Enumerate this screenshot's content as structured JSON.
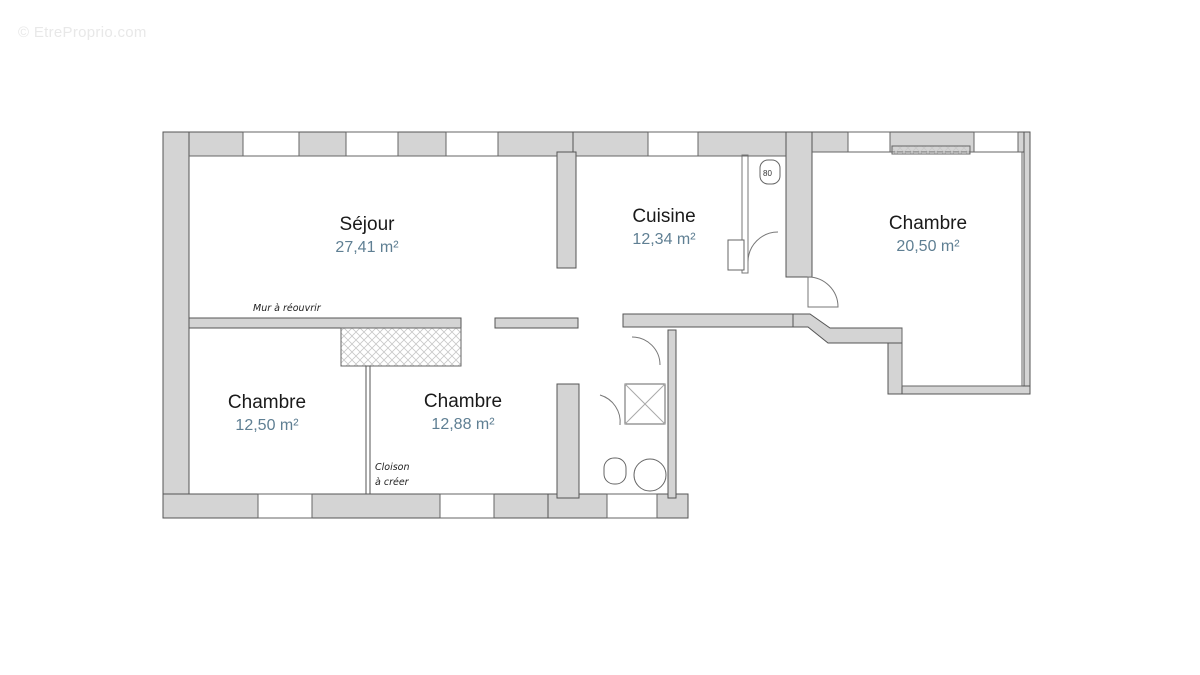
{
  "watermark": "© EtreProprio.com",
  "colors": {
    "wall_fill": "#d4d4d4",
    "wall_stroke": "#555555",
    "room_name": "#1a1a1a",
    "room_area": "#5f7f93",
    "background": "#ffffff"
  },
  "rooms": [
    {
      "name": "Séjour",
      "area": "27,41 m²"
    },
    {
      "name": "Cuisine",
      "area": "12,34 m²"
    },
    {
      "name": "Chambre",
      "area": "20,50 m²"
    },
    {
      "name": "Chambre",
      "area": "12,50 m²"
    },
    {
      "name": "Chambre",
      "area": "12,88 m²"
    }
  ],
  "notes": {
    "wall_reopen": "Mur à réouvrir",
    "partition_line1": "Cloison",
    "partition_line2": "à créer"
  },
  "fixtures": {
    "wc_label": "80"
  }
}
